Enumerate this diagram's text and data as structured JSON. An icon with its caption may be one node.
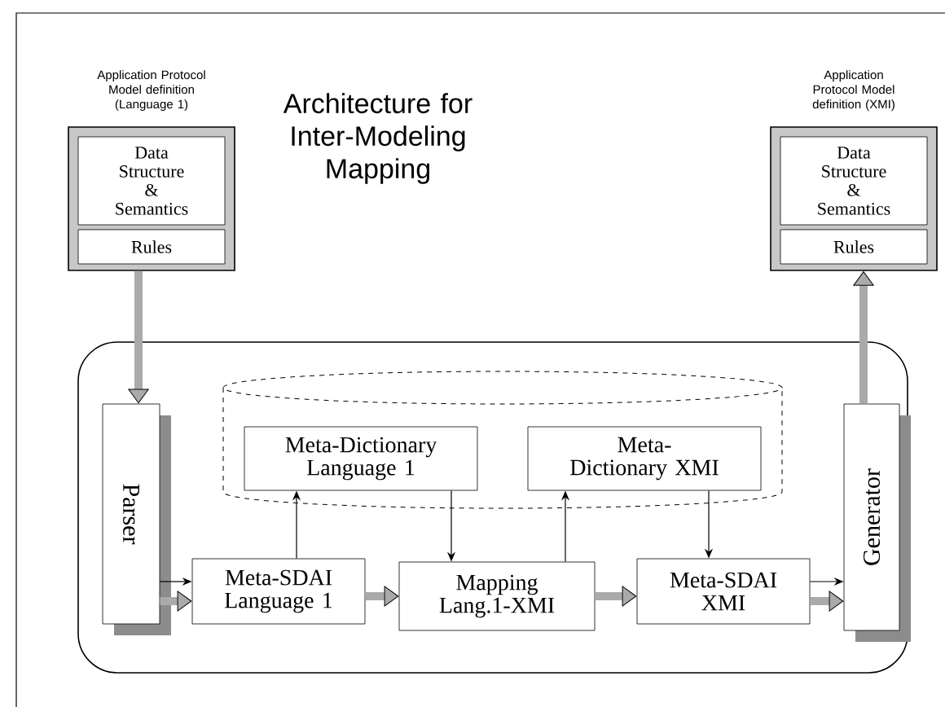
{
  "diagram": {
    "title": "Architecture for Inter-Modeling Mapping",
    "nodes": [
      {
        "text": [
          "Application Protocol Model definition (Language 1)"
        ]
      },
      {
        "text": [
          "Data Structure & Semantics"
        ],
        "in": 0
      },
      {
        "text": [
          "Rules"
        ],
        "in": 0
      },
      {
        "text": [
          "Application Protocol Model definition (XMI)"
        ]
      },
      {
        "text": [
          "Data Structure & Semantics"
        ],
        "in": 3
      },
      {
        "text": [
          "Rules"
        ],
        "in": 3
      },
      {
        "text": [],
        "shape": "box"
      },
      {
        "text": [],
        "shape": "cylinder",
        "in": 6
      },
      {
        "text": [
          "Parser"
        ],
        "in": 6
      },
      {
        "text": [
          "Meta-Dictionary Language 1"
        ],
        "in": 7
      },
      {
        "text": [
          "Meta-Dictionary XMI"
        ],
        "in": 7
      },
      {
        "text": [
          "Generator"
        ],
        "in": 6
      },
      {
        "text": [
          "Meta-SDAI Language 1"
        ],
        "in": 6
      },
      {
        "text": [
          "Mapping Lang.1-XMI"
        ],
        "in": 6
      },
      {
        "text": [
          "Meta-SDAI XMI"
        ],
        "in": 6
      }
    ],
    "edges": [
      {
        "from": 0,
        "to": 8,
        "arrow": "to",
        "style": "thick",
        "color": "#aaaaaa"
      },
      {
        "from": 8,
        "to": 12,
        "arrow": "to",
        "color": "#000000"
      },
      {
        "from": 8,
        "to": 12,
        "arrow": "to",
        "style": "thick",
        "color": "#aaaaaa"
      },
      {
        "from": 12,
        "to": 9,
        "arrow": "to",
        "color": "#000000"
      },
      {
        "from": 9,
        "to": 13,
        "arrow": "to",
        "color": "#000000"
      },
      {
        "from": 12,
        "to": 13,
        "arrow": "to",
        "style": "thick",
        "color": "#aaaaaa"
      },
      {
        "from": 13,
        "to": 10,
        "arrow": "to",
        "color": "#000000"
      },
      {
        "from": 10,
        "to": 14,
        "arrow": "to",
        "color": "#000000"
      },
      {
        "from": 13,
        "to": 14,
        "arrow": "to",
        "style": "thick",
        "color": "#aaaaaa"
      },
      {
        "from": 14,
        "to": 11,
        "arrow": "to",
        "color": "#000000"
      },
      {
        "from": 14,
        "to": 11,
        "arrow": "to",
        "style": "thick",
        "color": "#aaaaaa"
      },
      {
        "from": 11,
        "to": 3,
        "arrow": "to",
        "style": "thick",
        "color": "#aaaaaa"
      }
    ]
  }
}
